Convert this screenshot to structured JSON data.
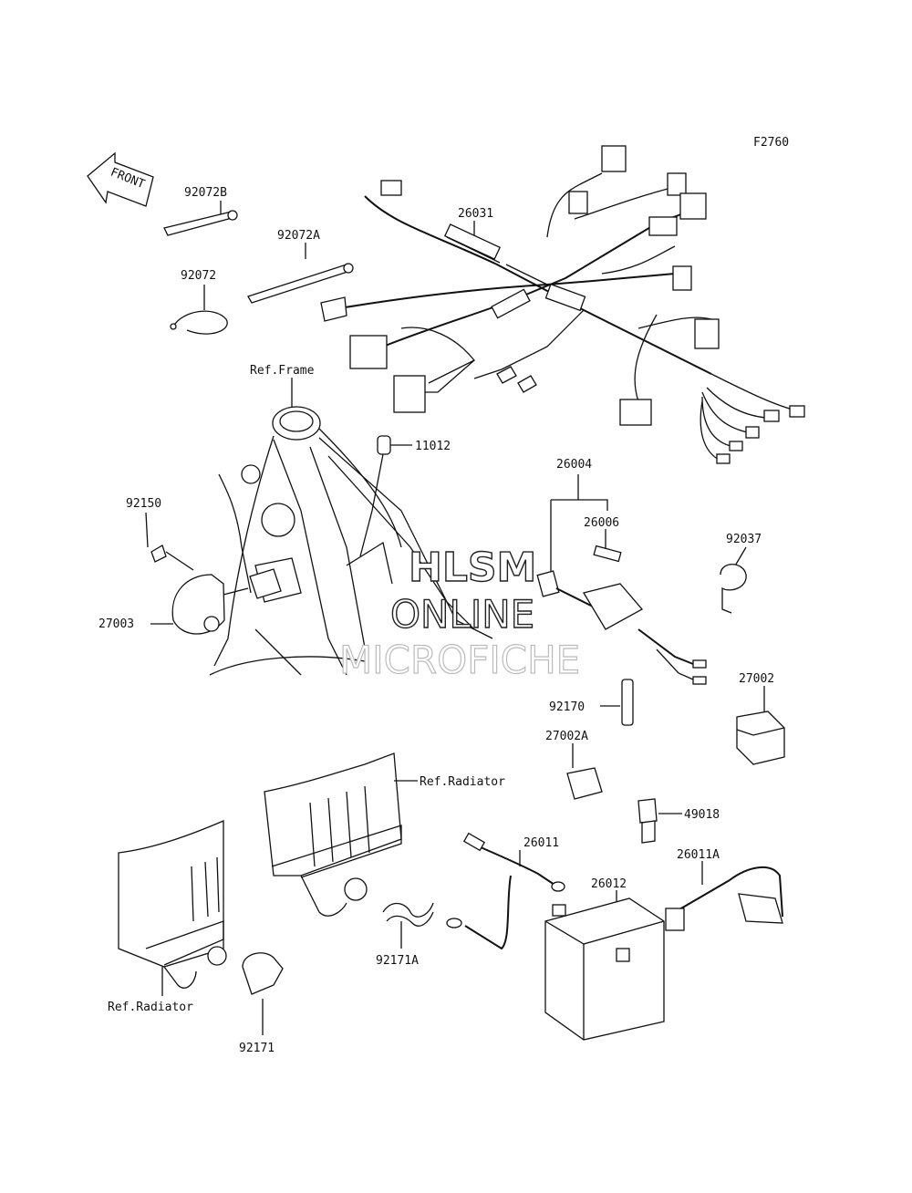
{
  "figure_code": "F2760",
  "front_arrow_label": "FRONT",
  "watermark": {
    "line1": "HLSM",
    "line2": "ONLINE",
    "line3": "MICROFICHE"
  },
  "part_labels": {
    "p92072B": "92072B",
    "p92072A": "92072A",
    "p92072": "92072",
    "p26031": "26031",
    "ref_frame": "Ref.Frame",
    "p11012": "11012",
    "p26004": "26004",
    "p26006": "26006",
    "p92150": "92150",
    "p92037": "92037",
    "p27003": "27003",
    "p27002": "27002",
    "p92170": "92170",
    "p27002A": "27002A",
    "ref_radiator_top": "Ref.Radiator",
    "p49018": "49018",
    "p26011": "26011",
    "p26011A": "26011A",
    "p26012": "26012",
    "p92171A": "92171A",
    "ref_radiator_bottom": "Ref.Radiator",
    "p92171": "92171"
  }
}
